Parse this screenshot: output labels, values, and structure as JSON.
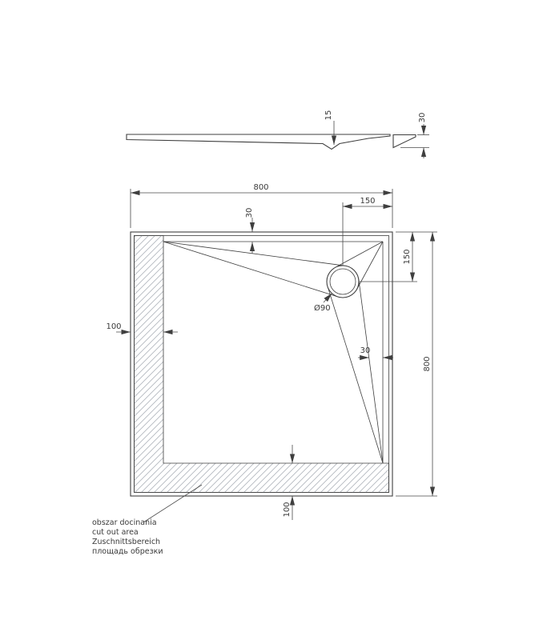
{
  "page": {
    "background_color": "#ffffff",
    "line_color": "#3f3f3f",
    "hatch_color": "#b4b9bf"
  },
  "profile_view": {
    "thickness_label": "15",
    "height_label": "30"
  },
  "plan_view": {
    "width_top_label": "800",
    "drain_offset_top_label": "150",
    "rim_top_label": "30",
    "drain_offset_right_label": "150",
    "height_right_label": "800",
    "cutout_left_label": "100",
    "rim_right_label": "30",
    "cutout_bottom_label": "100",
    "drain_diameter_label": "Ø90"
  },
  "note": {
    "lines": [
      "obszar docinania",
      "cut out area",
      "Zuschnittsbereich",
      "площадь обрезки"
    ]
  }
}
